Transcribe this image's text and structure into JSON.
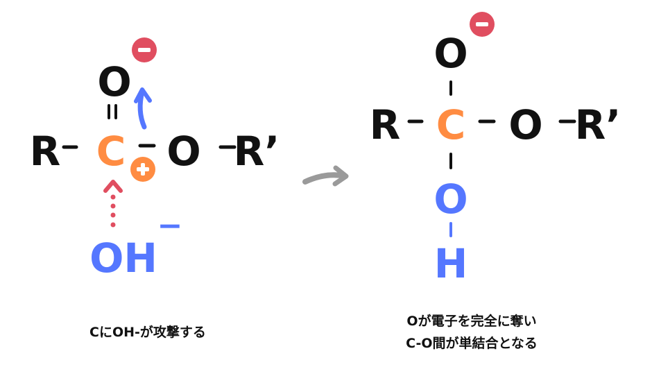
{
  "colors": {
    "black": "#111111",
    "orange": "#FF8C42",
    "blue": "#5577FF",
    "red": "#E04E60",
    "gray": "#9A9A9A"
  },
  "left": {
    "r": "R",
    "c": "C",
    "o_top": "O",
    "o_right": "O",
    "r_prime": "R’",
    "oh": "OH",
    "oh_charge": "−",
    "plus": "+",
    "minus": "−",
    "caption": "CにOH-が攻撃する"
  },
  "right": {
    "r": "R",
    "c": "C",
    "o_top": "O",
    "o_right": "O",
    "r_prime": "R’",
    "o_bottom": "O",
    "h": "H",
    "minus": "−",
    "caption_line1": "Oが電子を完全に奪い",
    "caption_line2": "C-O間が単結合となる"
  }
}
